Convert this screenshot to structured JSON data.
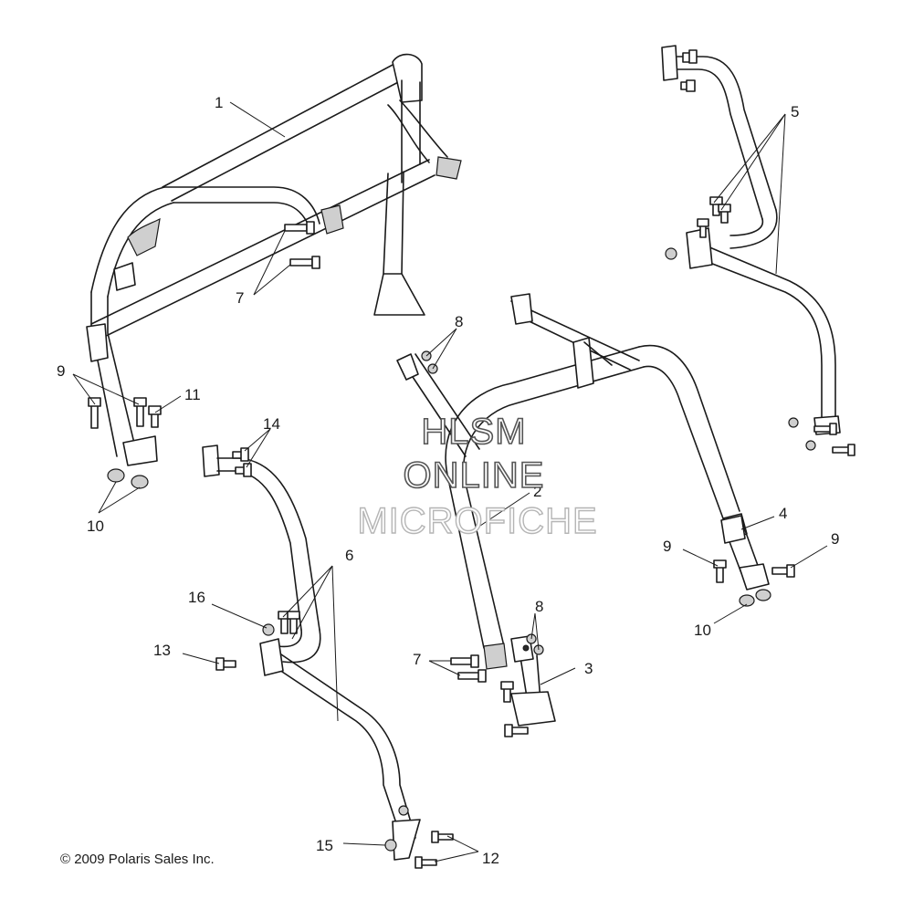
{
  "callouts": {
    "c1": "1",
    "c2": "2",
    "c3": "3",
    "c4": "4",
    "c5": "5",
    "c6": "6",
    "c7a": "7",
    "c7b": "7",
    "c8a": "8",
    "c8b": "8",
    "c9a": "9",
    "c9b": "9",
    "c9c": "9",
    "c10a": "10",
    "c10b": "10",
    "c11": "11",
    "c12": "12",
    "c13": "13",
    "c14": "14",
    "c15": "15",
    "c16": "16"
  },
  "watermark": {
    "line1": "HLSM",
    "line2": "ONLINE",
    "line3": "MICROFICHE"
  },
  "copyright": "© 2009 Polaris Sales Inc."
}
